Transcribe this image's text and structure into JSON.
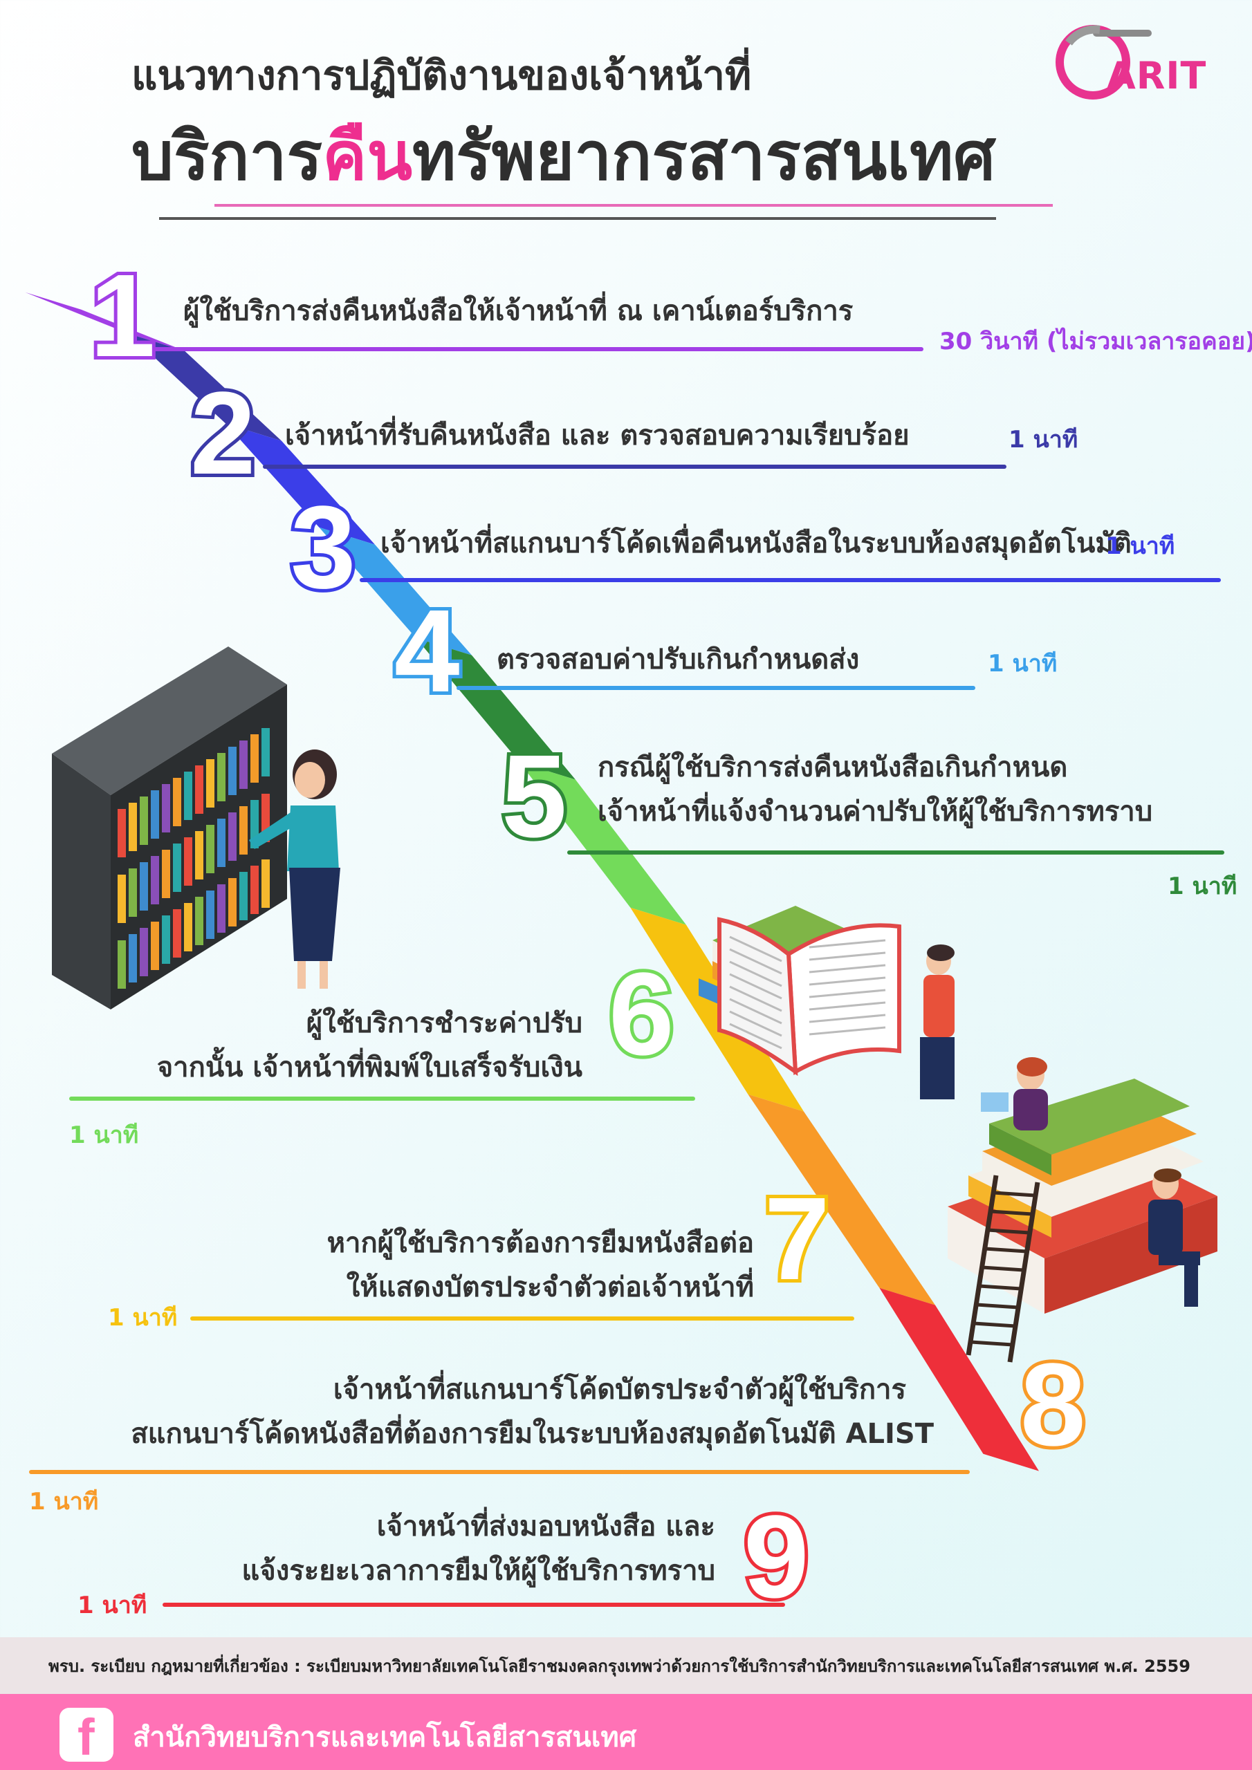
{
  "header": {
    "title_line1": "แนวทางการปฏิบัติงานของเจ้าหน้าที่",
    "title_line2_a": "บริการ",
    "title_line2_highlight": "คืน",
    "title_line2_b": "ทรัพยากรสารสนเทศ",
    "logo_text": "ARIT"
  },
  "steps": [
    {
      "num": "1",
      "color": "#a23fe6",
      "lines": [
        "ผู้ใช้บริการส่งคืนหนังสือให้เจ้าหน้าที่ ณ เคาน์เตอร์บริการ"
      ],
      "time": "30 วินาที (ไม่รวมเวลารอคอย)"
    },
    {
      "num": "2",
      "color": "#3b3aa8",
      "lines": [
        "เจ้าหน้าที่รับคืนหนังสือ และ ตรวจสอบความเรียบร้อย"
      ],
      "time": "1 นาที"
    },
    {
      "num": "3",
      "color": "#3b3ee8",
      "lines": [
        "เจ้าหน้าที่สแกนบาร์โค้ดเพื่อคืนหนังสือในระบบห้องสมุดอัตโนมัติ"
      ],
      "time": "1 นาที"
    },
    {
      "num": "4",
      "color": "#3aa0ea",
      "lines": [
        "ตรวจสอบค่าปรับเกินกำหนดส่ง"
      ],
      "time": "1 นาที"
    },
    {
      "num": "5",
      "color": "#2f8a3a",
      "lines": [
        "กรณีผู้ใช้บริการส่งคืนหนังสือเกินกำหนด",
        "เจ้าหน้าที่แจ้งจำนวนค่าปรับให้ผู้ใช้บริการทราบ"
      ],
      "time": "1 นาที"
    },
    {
      "num": "6",
      "color": "#73db5a",
      "lines": [
        "ผู้ใช้บริการชำระค่าปรับ",
        "จากนั้น เจ้าหน้าที่พิมพ์ใบเสร็จรับเงิน"
      ],
      "time": "1 นาที"
    },
    {
      "num": "7",
      "color": "#f6c20f",
      "lines": [
        "หากผู้ใช้บริการต้องการยืมหนังสือต่อ",
        "ให้แสดงบัตรประจำตัวต่อเจ้าหน้าที่"
      ],
      "time": "1 นาที"
    },
    {
      "num": "8",
      "color": "#f89a28",
      "lines": [
        "เจ้าหน้าที่สแกนบาร์โค้ดบัตรประจำตัวผู้ใช้บริการ",
        "สแกนบาร์โค้ดหนังสือที่ต้องการยืมในระบบห้องสมุดอัตโนมัติ ALIST"
      ],
      "time": "1 นาที"
    },
    {
      "num": "9",
      "color": "#ee2f3a",
      "lines": [
        "เจ้าหน้าที่ส่งมอบหนังสือ และ",
        "แจ้งระยะเวลาการยืมให้ผู้ใช้บริการทราบ"
      ],
      "time": "1 นาที"
    }
  ],
  "footer": {
    "regulation": "พรบ. ระเบียบ กฎหมายที่เกี่ยวข้อง  : ระเบียบมหาวิทยาลัยเทคโนโลยีราชมงคลกรุงเทพว่าด้วยการใช้บริการสำนักวิทยบริการและเทคโนโลยีสารสนเทศ พ.ศ. 2559",
    "facebook_icon": "facebook-icon",
    "organization": "สำนักวิทยบริการและเทคโนโลยีสารสนเทศ"
  }
}
